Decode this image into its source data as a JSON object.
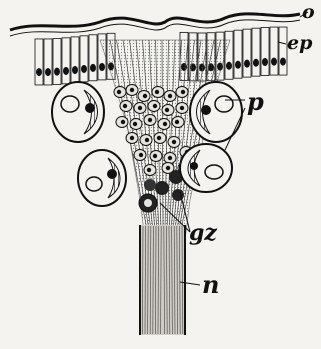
{
  "figure": {
    "labels": {
      "o": "o",
      "ep": "ep",
      "p": "p",
      "gz": "gz",
      "n": "n"
    },
    "colors": {
      "background": "#f4f3ef",
      "ink": "#111111",
      "cell_fill": "#e6e4de"
    }
  }
}
